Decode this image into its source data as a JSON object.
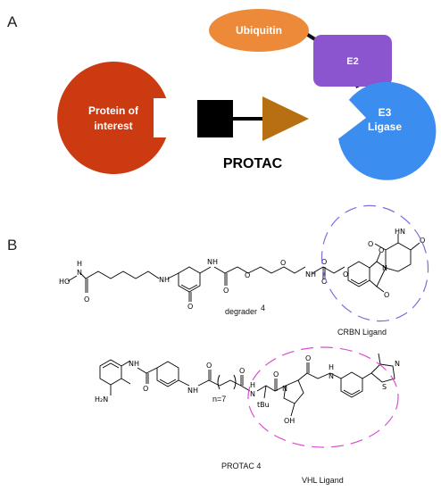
{
  "panel_a": {
    "letter": "A",
    "ubiquitin": {
      "label": "Ubiquitin",
      "color": "#ec8a3a"
    },
    "e2": {
      "label": "E2",
      "color": "#8a55cf"
    },
    "e3": {
      "line1": "E3",
      "line2": "Ligase",
      "color": "#3b8ef0"
    },
    "poi": {
      "line1": "Protein of",
      "line2": "interest",
      "color": "#cc3a12"
    },
    "protac": {
      "label": "PROTAC",
      "square_color": "#000000",
      "triangle_color": "#b86f12"
    }
  },
  "panel_b": {
    "letter": "B",
    "degrader": {
      "name": "degrader",
      "number": "4",
      "ligand_caption": "CRBN Ligand",
      "atoms": {
        "hydroxyl_n": "HO",
        "n1": "N",
        "h1": "H",
        "o1": "O",
        "nh1": "NH",
        "o2": "O",
        "nh2": "NH",
        "o3": "O",
        "o4": "O",
        "o5": "O",
        "nh3": "NH",
        "o6": "O",
        "o7": "O",
        "hn": "HN",
        "o8": "O",
        "o9": "O",
        "o10": "O",
        "n2": "N",
        "o11": "O",
        "o12": "O"
      }
    },
    "protac4": {
      "name": "PROTAC 4",
      "ligand_caption": "VHL Ligand",
      "repeat": "n=7",
      "atoms": {
        "nh2": "H₂N",
        "nh_a": "NH",
        "o_a": "O",
        "nh_b": "NH",
        "o_b": "O",
        "o_c": "O",
        "h_n": "H",
        "n_a": "N",
        "tbu": "tBu",
        "o_d": "O",
        "n_b": "N",
        "o_e": "O",
        "h_c": "H",
        "n_c": "N",
        "oh": "OH",
        "n_th": "N",
        "s_th": "S"
      }
    },
    "dash_color": "#7b6fd6",
    "dash_color2": "#d94fd0"
  }
}
